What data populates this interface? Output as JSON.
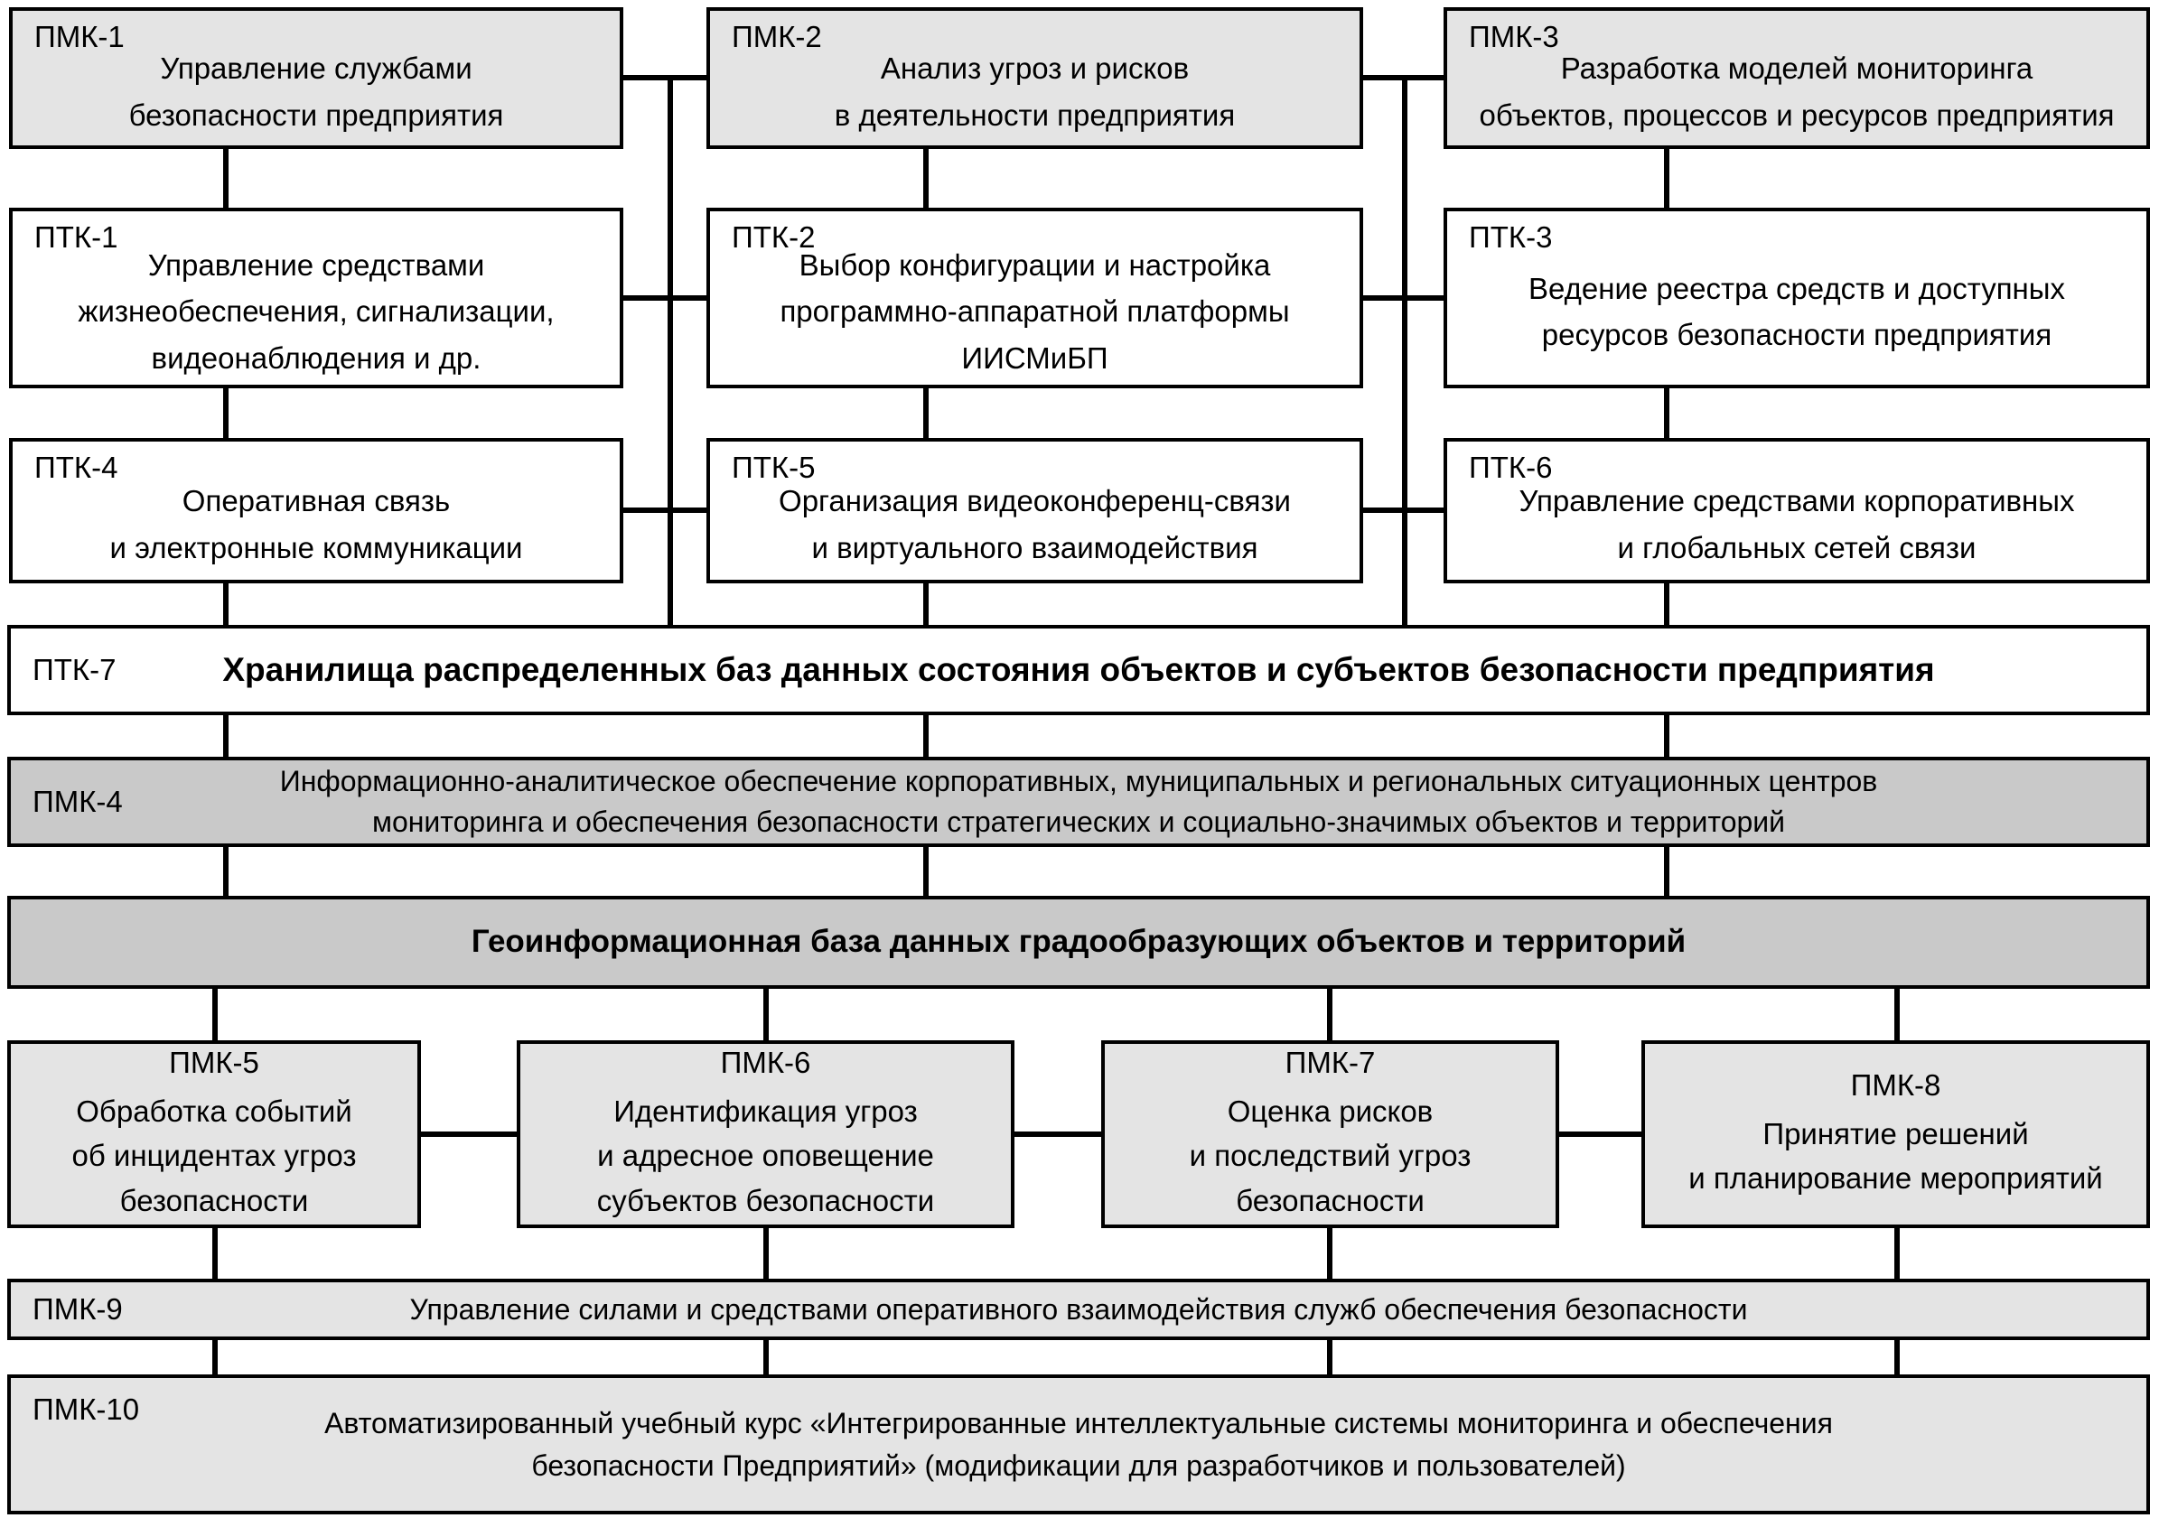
{
  "diagram": {
    "colors": {
      "line": "#000000",
      "box_light": "#e4e4e4",
      "box_medium": "#c9c9c9",
      "box_white": "#ffffff"
    },
    "boxes": {
      "pmk1": {
        "label": "ПМК-1",
        "text": "Управление службами\nбезопасности предприятия"
      },
      "pmk2": {
        "label": "ПМК-2",
        "text": "Анализ угроз и рисков\nв деятельности предприятия"
      },
      "pmk3": {
        "label": "ПМК-3",
        "text": "Разработка моделей мониторинга\nобъектов, процессов и ресурсов предприятия"
      },
      "ptk1": {
        "label": "ПТК-1",
        "text": "Управление средствами\nжизнеобеспечения, сигнализации,\nвидеонаблюдения и др."
      },
      "ptk2": {
        "label": "ПТК-2",
        "text": "Выбор конфигурации и настройка\nпрограммно-аппаратной платформы\nИИСМиБП"
      },
      "ptk3": {
        "label": "ПТК-3",
        "text": "Ведение реестра средств и доступных\nресурсов безопасности предприятия"
      },
      "ptk4": {
        "label": "ПТК-4",
        "text": "Оперативная связь\nи электронные коммуникации"
      },
      "ptk5": {
        "label": "ПТК-5",
        "text": "Организация видеоконференц-связи\nи виртуального взаимодействия"
      },
      "ptk6": {
        "label": "ПТК-6",
        "text": "Управление средствами корпоративных\nи глобальных сетей связи"
      },
      "ptk7": {
        "label": "ПТК-7",
        "text": "Хранилища распределенных баз данных состояния объектов и субъектов безопасности предприятия"
      },
      "pmk4": {
        "label": "ПМК-4",
        "text": "Информационно-аналитическое обеспечение корпоративных, муниципальных и региональных ситуационных центров\nмониторинга и обеспечения безопасности стратегических и социально-значимых объектов и территорий"
      },
      "geo": {
        "label": "",
        "text": "Геоинформационная база данных градообразующих объектов и территорий"
      },
      "pmk5": {
        "label": "ПМК-5",
        "text": "Обработка событий\nоб инцидентах угроз\nбезопасности"
      },
      "pmk6": {
        "label": "ПМК-6",
        "text": "Идентификация угроз\nи адресное оповещение\nсубъектов безопасности"
      },
      "pmk7": {
        "label": "ПМК-7",
        "text": "Оценка рисков\nи последствий угроз\nбезопасности"
      },
      "pmk8": {
        "label": "ПМК-8",
        "text": "Принятие решений\nи планирование мероприятий"
      },
      "pmk9": {
        "label": "ПМК-9",
        "text": "Управление силами и средствами оперативного взаимодействия служб обеспечения безопасности"
      },
      "pmk10": {
        "label": "ПМК-10",
        "text": "Автоматизированный учебный курс «Интегрированные интеллектуальные системы мониторинга и обеспечения\nбезопасности Предприятий» (модификации для разработчиков и пользователей)"
      }
    }
  }
}
